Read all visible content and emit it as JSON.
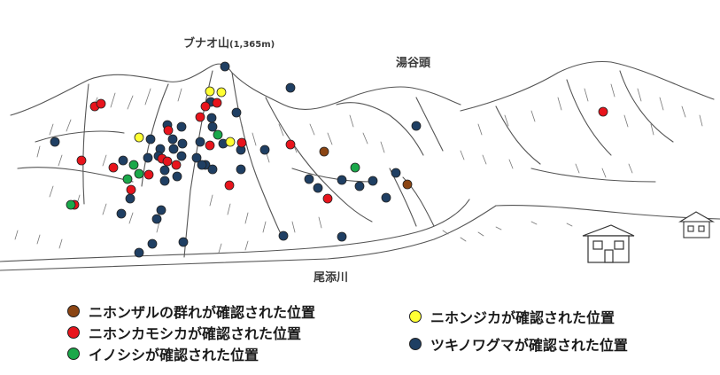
{
  "labels": {
    "peak_name": "ブナオ山",
    "peak_elevation": "(1,365m)",
    "yutani": "湯谷頭",
    "river": "尾添川"
  },
  "legend": [
    {
      "key": "monkey",
      "text": "ニホンザルの群れが確認された位置",
      "color": "#8b4513"
    },
    {
      "key": "serow",
      "text": "ニホンカモシカが確認された位置",
      "color": "#e8141c"
    },
    {
      "key": "boar",
      "text": "イノシシが確認された位置",
      "color": "#1aa84a"
    },
    {
      "key": "deer",
      "text": "ニホンジカが確認された位置",
      "color": "#ffff33"
    },
    {
      "key": "bear",
      "text": "ツキノワグマが確認された位置",
      "color": "#1f3f63"
    }
  ],
  "colors": {
    "monkey": "#8b4513",
    "serow": "#e8141c",
    "boar": "#1aa84a",
    "deer": "#ffff33",
    "bear": "#1f3f63",
    "sketch_line": "#555555"
  },
  "icons": [
    "visitor-center-building-icon",
    "house-icon"
  ]
}
